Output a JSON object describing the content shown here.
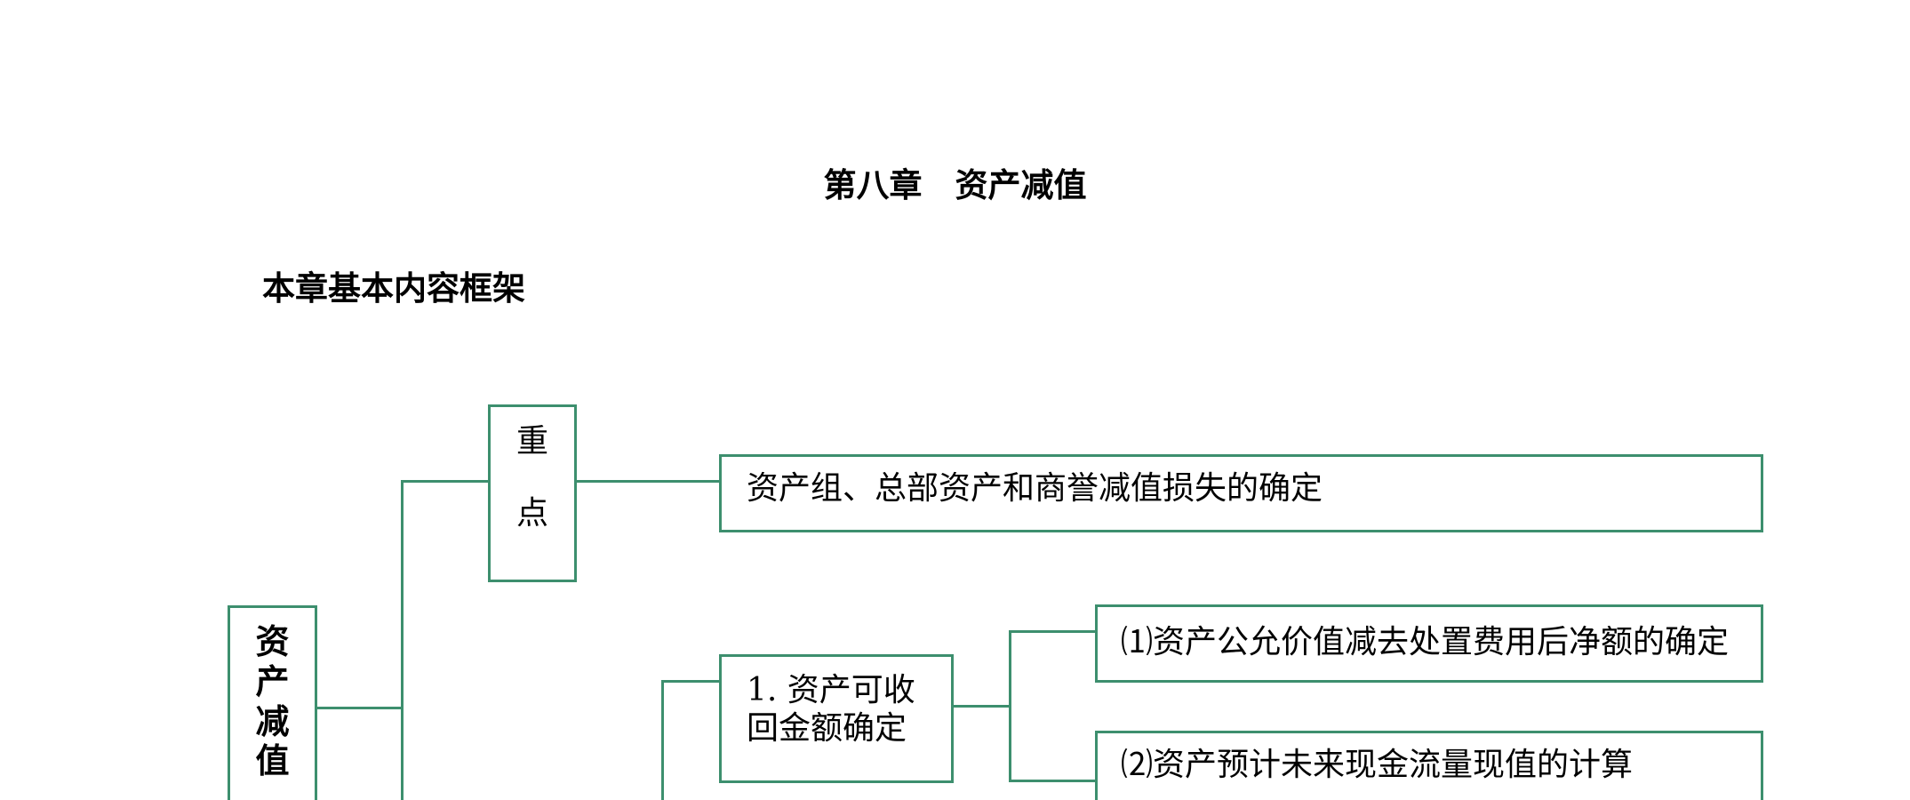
{
  "document": {
    "chapter_title": "第八章　资产减值",
    "framework_heading": "本章基本内容框架"
  },
  "diagram": {
    "root": [
      "资",
      "产",
      "减",
      "值"
    ],
    "key_point": [
      "重",
      "点"
    ],
    "key_point_content": "资产组、总部资产和商誉减值损失的确定",
    "section_1": {
      "lines": [
        "1. 资产可收",
        "回金额确定"
      ]
    },
    "items": [
      "⑴资产公允价值减去处置费用后净额的确定",
      "⑵资产预计未来现金流量现值的计算"
    ]
  }
}
